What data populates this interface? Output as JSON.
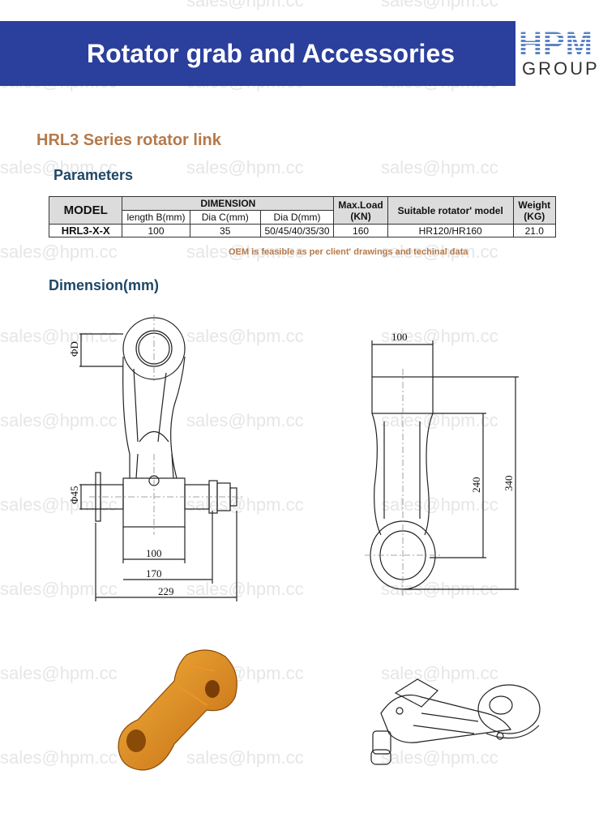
{
  "header": {
    "title": "Rotator grab and Accessories",
    "logo_top": "HPM",
    "logo_bottom": "GROUP"
  },
  "watermark": "sales@hpm.cc",
  "section_title": "HRL3 Series rotator link",
  "parameters_heading": "Parameters",
  "table": {
    "model_header": "MODEL",
    "dimension_header": "DIMENSION",
    "col_b": "length B(mm)",
    "col_c": "Dia C(mm)",
    "col_d": "Dia D(mm)",
    "load_header": "Max.Load (KN)",
    "rotator_header": "Suitable rotator' model",
    "weight_header": "Weight (KG)",
    "row": {
      "model": "HRL3-X-X",
      "b": "100",
      "c": "35",
      "d": "50/45/40/35/30",
      "load": "160",
      "rotator": "HR120/HR160",
      "weight": "21.0"
    }
  },
  "note": "OEM is feasible as per client' drawings and techinal data",
  "dimension_heading": "Dimension(mm)",
  "drawing": {
    "dia_d": "ΦD",
    "dia_45": "Φ45",
    "len_100": "100",
    "len_170": "170",
    "len_229": "229",
    "top_100": "100",
    "h_240": "240",
    "h_340": "340"
  }
}
